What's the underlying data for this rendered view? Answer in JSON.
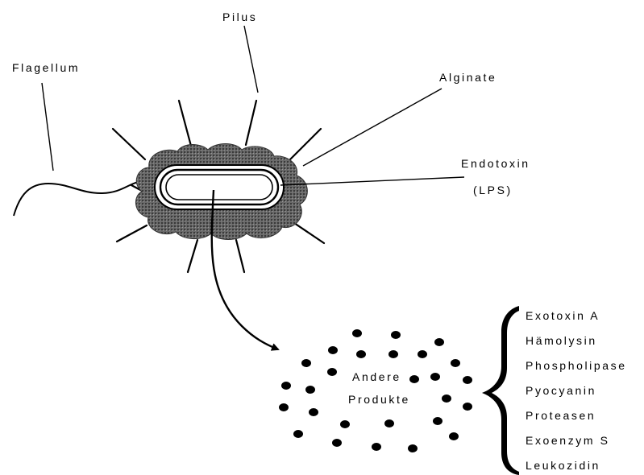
{
  "labels": {
    "pilus": "Pilus",
    "flagellum": "Flagellum",
    "alginate": "Alginate",
    "endotoxin": "Endotoxin",
    "lps": "(LPS)",
    "andere": "Andere",
    "produkte": "Produkte"
  },
  "products": [
    "Exotoxin A",
    "Hämolysin",
    "Phospholipase",
    "Pyocyanin",
    "Proteasen",
    "Exoenzym S",
    "Leukozidin"
  ],
  "colors": {
    "ink": "#000000",
    "capsule": "#5a5a5a",
    "background": "#ffffff"
  }
}
